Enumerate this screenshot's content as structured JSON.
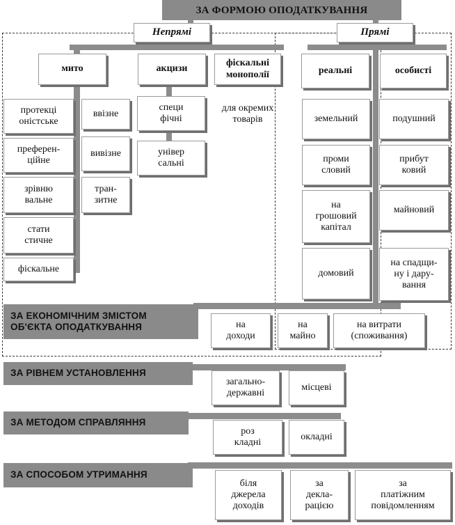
{
  "title": "ЗА ФОРМОЮ ОПОДАТКУВАННЯ",
  "indirect": {
    "label": "Непрямі",
    "types": {
      "duty": "мито",
      "excise": "акцизи",
      "fiscal": "фіскальні\nмонополії"
    },
    "duty_by_purpose": [
      "протекці\nоністське",
      "преферен-\nційне",
      "зрівню\nвальне",
      "стати\nстичне",
      "фіскальне"
    ],
    "duty_by_direction": [
      "ввізне",
      "вивізне",
      "тран-\nзитне"
    ],
    "excise_kinds": [
      "специ\nфічні",
      "універ\nсальні"
    ],
    "fiscal_note": "для окремих\nтоварів"
  },
  "direct": {
    "label": "Прямі",
    "types": {
      "real": "реальні",
      "personal": "особисті"
    },
    "real_kinds": [
      "земельний",
      "проми\nсловий",
      "на\nгрошовий\nкапітал",
      "домовий"
    ],
    "personal_kinds": [
      "подушний",
      "прибут\nковий",
      "майновий",
      "на спадщи-\nну і дару-\nвання"
    ]
  },
  "economic": {
    "label": "ЗА ЕКОНОМІЧНИМ ЗМІСТОМ\nОБ'ЄКТА ОПОДАТКУВАННЯ",
    "items": [
      "на\nдоходи",
      "на\nмайно",
      "на витрати\n(споживання)"
    ]
  },
  "level": {
    "label": "ЗА РІВНЕМ УСТАНОВЛЕННЯ",
    "items": [
      "загально-\nдержавні",
      "місцеві"
    ]
  },
  "method": {
    "label": "ЗА МЕТОДОМ СПРАВЛЯННЯ",
    "items": [
      "роз\nкладні",
      "окладні"
    ]
  },
  "collection": {
    "label": "ЗА СПОСОБОМ УТРИМАННЯ",
    "items": [
      "біля\nджерела\nдоходів",
      "за\nдекла-\nрацією",
      "за\nплатіжним\nповідомленням"
    ]
  }
}
